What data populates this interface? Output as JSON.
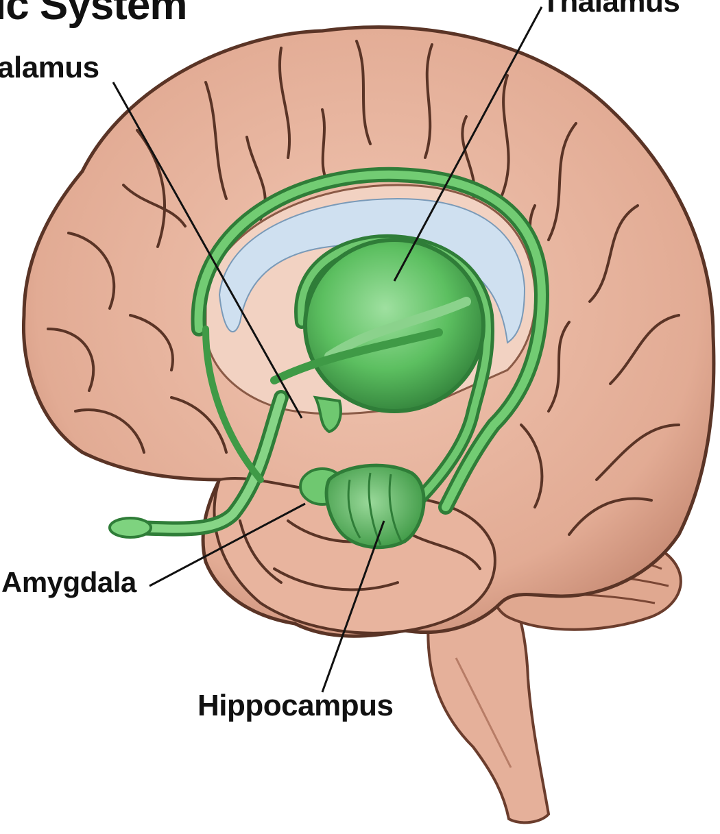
{
  "title": "ic System",
  "labels": {
    "hypothalamus": "alamus",
    "thalamus": "Thalamus",
    "amygdala": "Amygdala",
    "hippocampus": "Hippocampus"
  },
  "colors": {
    "cortex": "#e8b49e",
    "cortex_shadow": "#b77c66",
    "sulcus_line": "#5a3426",
    "limbic_green": "#5cbf60",
    "limbic_dark": "#2f7d38",
    "ventricle_blue": "#cfe0f0",
    "leader_line": "#111111"
  }
}
